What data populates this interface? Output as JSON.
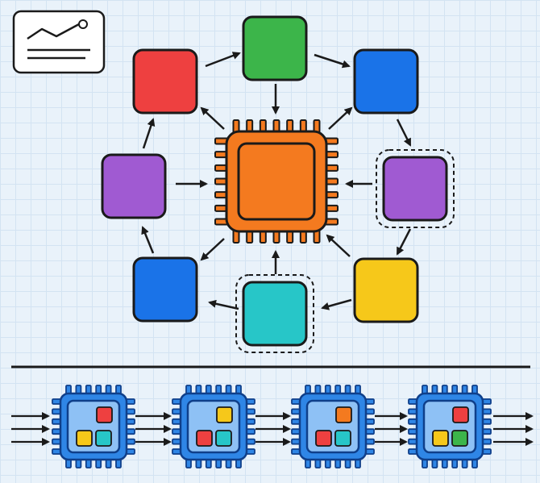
{
  "colors": {
    "outline": "#1a1a1a",
    "red": "#ee4040",
    "green": "#3cb54a",
    "blue": "#1a73e8",
    "purple": "#a05ad2",
    "yellow": "#f6c81a",
    "teal": "#27c6c8",
    "orange": "#f47a1f",
    "chip_blue": "#2f86e6",
    "chip_blue_dark": "#0f3f8a",
    "chip_blue_light": "#8ec1f5"
  },
  "icons": {
    "logo": "line-chart-card-icon",
    "central": "processor-chip-icon",
    "pipeline": "processor-chip-icon"
  },
  "ring": [
    {
      "id": "top",
      "color": "green",
      "dashed": false
    },
    {
      "id": "top-right",
      "color": "blue",
      "dashed": false
    },
    {
      "id": "right",
      "color": "purple",
      "dashed": true
    },
    {
      "id": "bottom-right",
      "color": "yellow",
      "dashed": false
    },
    {
      "id": "bottom",
      "color": "teal",
      "dashed": true
    },
    {
      "id": "bottom-left",
      "color": "blue",
      "dashed": false
    },
    {
      "id": "left",
      "color": "purple",
      "dashed": false
    },
    {
      "id": "top-left",
      "color": "red",
      "dashed": false
    }
  ],
  "pipeline": [
    {
      "tiles": [
        "red",
        "yellow",
        "teal"
      ]
    },
    {
      "tiles": [
        "yellow",
        "red",
        "teal"
      ]
    },
    {
      "tiles": [
        "orange",
        "red",
        "teal"
      ]
    },
    {
      "tiles": [
        "red",
        "yellow",
        "green"
      ]
    }
  ]
}
